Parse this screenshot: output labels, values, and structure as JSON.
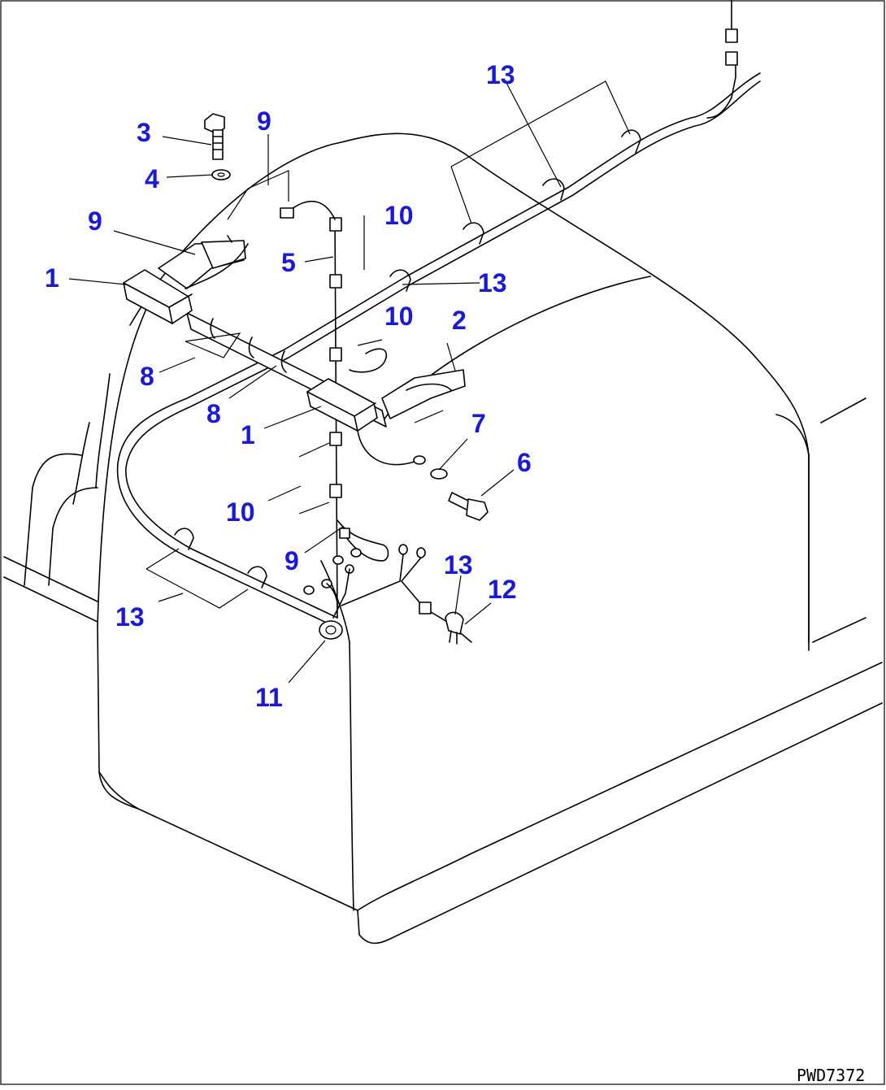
{
  "drawing": {
    "code": "PWD7372",
    "callouts": [
      {
        "id": "c13a",
        "label": "13"
      },
      {
        "id": "c3",
        "label": "3"
      },
      {
        "id": "c9a",
        "label": "9"
      },
      {
        "id": "c4",
        "label": "4"
      },
      {
        "id": "c10a",
        "label": "10"
      },
      {
        "id": "c9b",
        "label": "9"
      },
      {
        "id": "c5",
        "label": "5"
      },
      {
        "id": "c1a",
        "label": "1"
      },
      {
        "id": "c13b",
        "label": "13"
      },
      {
        "id": "c10b",
        "label": "10"
      },
      {
        "id": "c2",
        "label": "2"
      },
      {
        "id": "c8a",
        "label": "8"
      },
      {
        "id": "c8b",
        "label": "8"
      },
      {
        "id": "c1b",
        "label": "1"
      },
      {
        "id": "c7",
        "label": "7"
      },
      {
        "id": "c6",
        "label": "6"
      },
      {
        "id": "c10c",
        "label": "10"
      },
      {
        "id": "c9c",
        "label": "9"
      },
      {
        "id": "c13c",
        "label": "13"
      },
      {
        "id": "c12",
        "label": "12"
      },
      {
        "id": "c13d",
        "label": "13"
      },
      {
        "id": "c11",
        "label": "11"
      }
    ]
  }
}
